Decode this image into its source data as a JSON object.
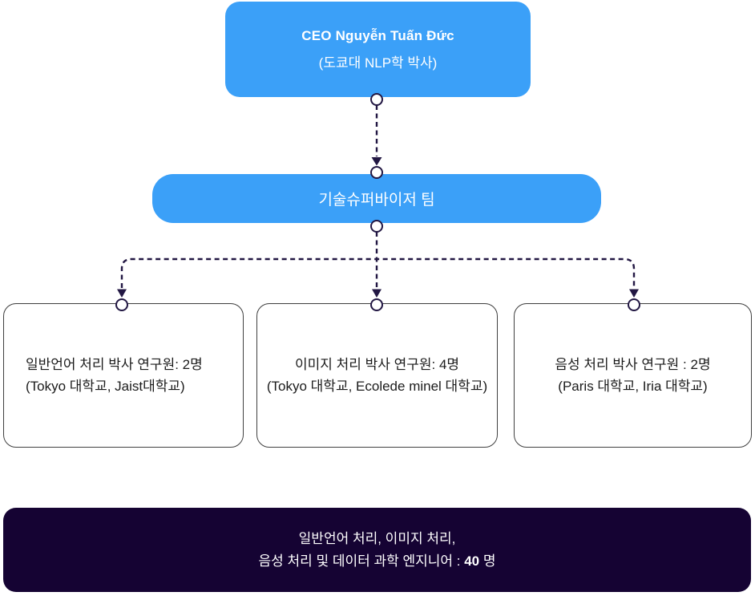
{
  "palette": {
    "blue": "#3BA0F8",
    "dark": "#150333",
    "line": "#221743",
    "box_border": "#3F3F3F",
    "box_text": "#1B1B1B"
  },
  "ceo": {
    "title": "CEO Nguyễn Tuấn Đức",
    "subtitle": "(도쿄대 NLP학 박사)"
  },
  "supervisor": {
    "label": "기술슈퍼바이저 팀"
  },
  "teams": [
    {
      "line1": "일반언어 처리 박사 연구원: 2명",
      "line2": "(Tokyo 대학교, Jaist대학교)"
    },
    {
      "line1": "이미지 처리 박사 연구원: 4명",
      "line2": "(Tokyo 대학교, Ecolede minel 대학교)"
    },
    {
      "line1": "음성 처리 박사 연구원 : 2명",
      "line2": "(Paris 대학교, Iria 대학교)"
    }
  ],
  "engineers": {
    "line1": "일반언어 처리, 이미지 처리,",
    "line2_prefix": "음성 처리 및 데이터 과학 엔지니어 : ",
    "count": "40",
    "line2_suffix": " 명"
  }
}
